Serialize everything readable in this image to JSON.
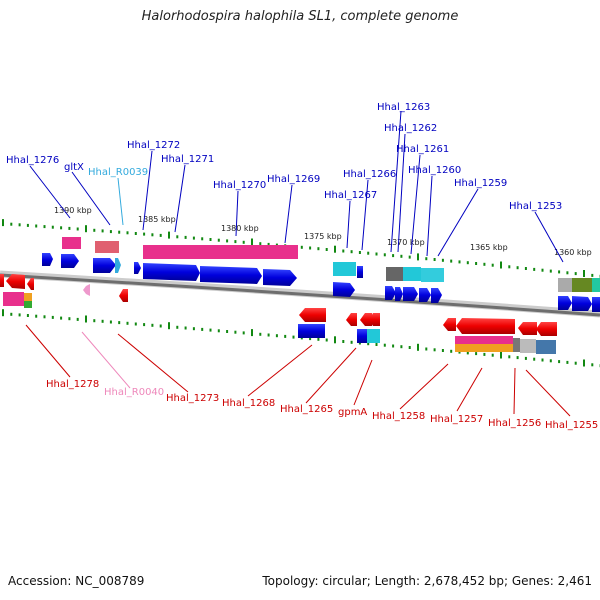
{
  "title": "Halorhodospira halophila SL1, complete genome",
  "accession": "Accession: NC_008789",
  "topology": "Topology: circular; Length: 2,678,452 bp; Genes: 2,461",
  "scale_labels": [
    "1390 kbp",
    "1385 kbp",
    "1380 kbp",
    "1375 kbp",
    "1370 kbp",
    "1365 kbp",
    "1360 kbp"
  ],
  "top_labels": [
    {
      "text": "Hhal_1276",
      "color": "#0000c0"
    },
    {
      "text": "gltX",
      "color": "#0000c0"
    },
    {
      "text": "Hhal_R0039",
      "color": "#33aadd"
    },
    {
      "text": "Hhal_1272",
      "color": "#0000c0"
    },
    {
      "text": "Hhal_1271",
      "color": "#0000c0"
    },
    {
      "text": "Hhal_1270",
      "color": "#0000c0"
    },
    {
      "text": "Hhal_1269",
      "color": "#0000c0"
    },
    {
      "text": "Hhal_1267",
      "color": "#0000c0"
    },
    {
      "text": "Hhal_1266",
      "color": "#0000c0"
    },
    {
      "text": "Hhal_1263",
      "color": "#0000c0"
    },
    {
      "text": "Hhal_1262",
      "color": "#0000c0"
    },
    {
      "text": "Hhal_1261",
      "color": "#0000c0"
    },
    {
      "text": "Hhal_1260",
      "color": "#0000c0"
    },
    {
      "text": "Hhal_1259",
      "color": "#0000c0"
    },
    {
      "text": "Hhal_1253",
      "color": "#0000c0"
    }
  ],
  "bottom_labels": [
    {
      "text": "Hhal_1278",
      "color": "#cc0000"
    },
    {
      "text": "Hhal_R0040",
      "color": "#ee88bb"
    },
    {
      "text": "Hhal_1273",
      "color": "#cc0000"
    },
    {
      "text": "Hhal_1268",
      "color": "#cc0000"
    },
    {
      "text": "Hhal_1265",
      "color": "#cc0000"
    },
    {
      "text": "gpmA",
      "color": "#cc0000"
    },
    {
      "text": "Hhal_1258",
      "color": "#cc0000"
    },
    {
      "text": "Hhal_1257",
      "color": "#cc0000"
    },
    {
      "text": "Hhal_1256",
      "color": "#cc0000"
    },
    {
      "text": "Hhal_1255",
      "color": "#cc0000"
    }
  ],
  "colors": {
    "forward_gene": "#0000dd",
    "reverse_gene": "#ee0000",
    "cog_pink": "#e8308c",
    "cog_cyan": "#22c8d8",
    "cog_grey": "#888888",
    "backbone": "#777777",
    "tick": "#118811"
  }
}
